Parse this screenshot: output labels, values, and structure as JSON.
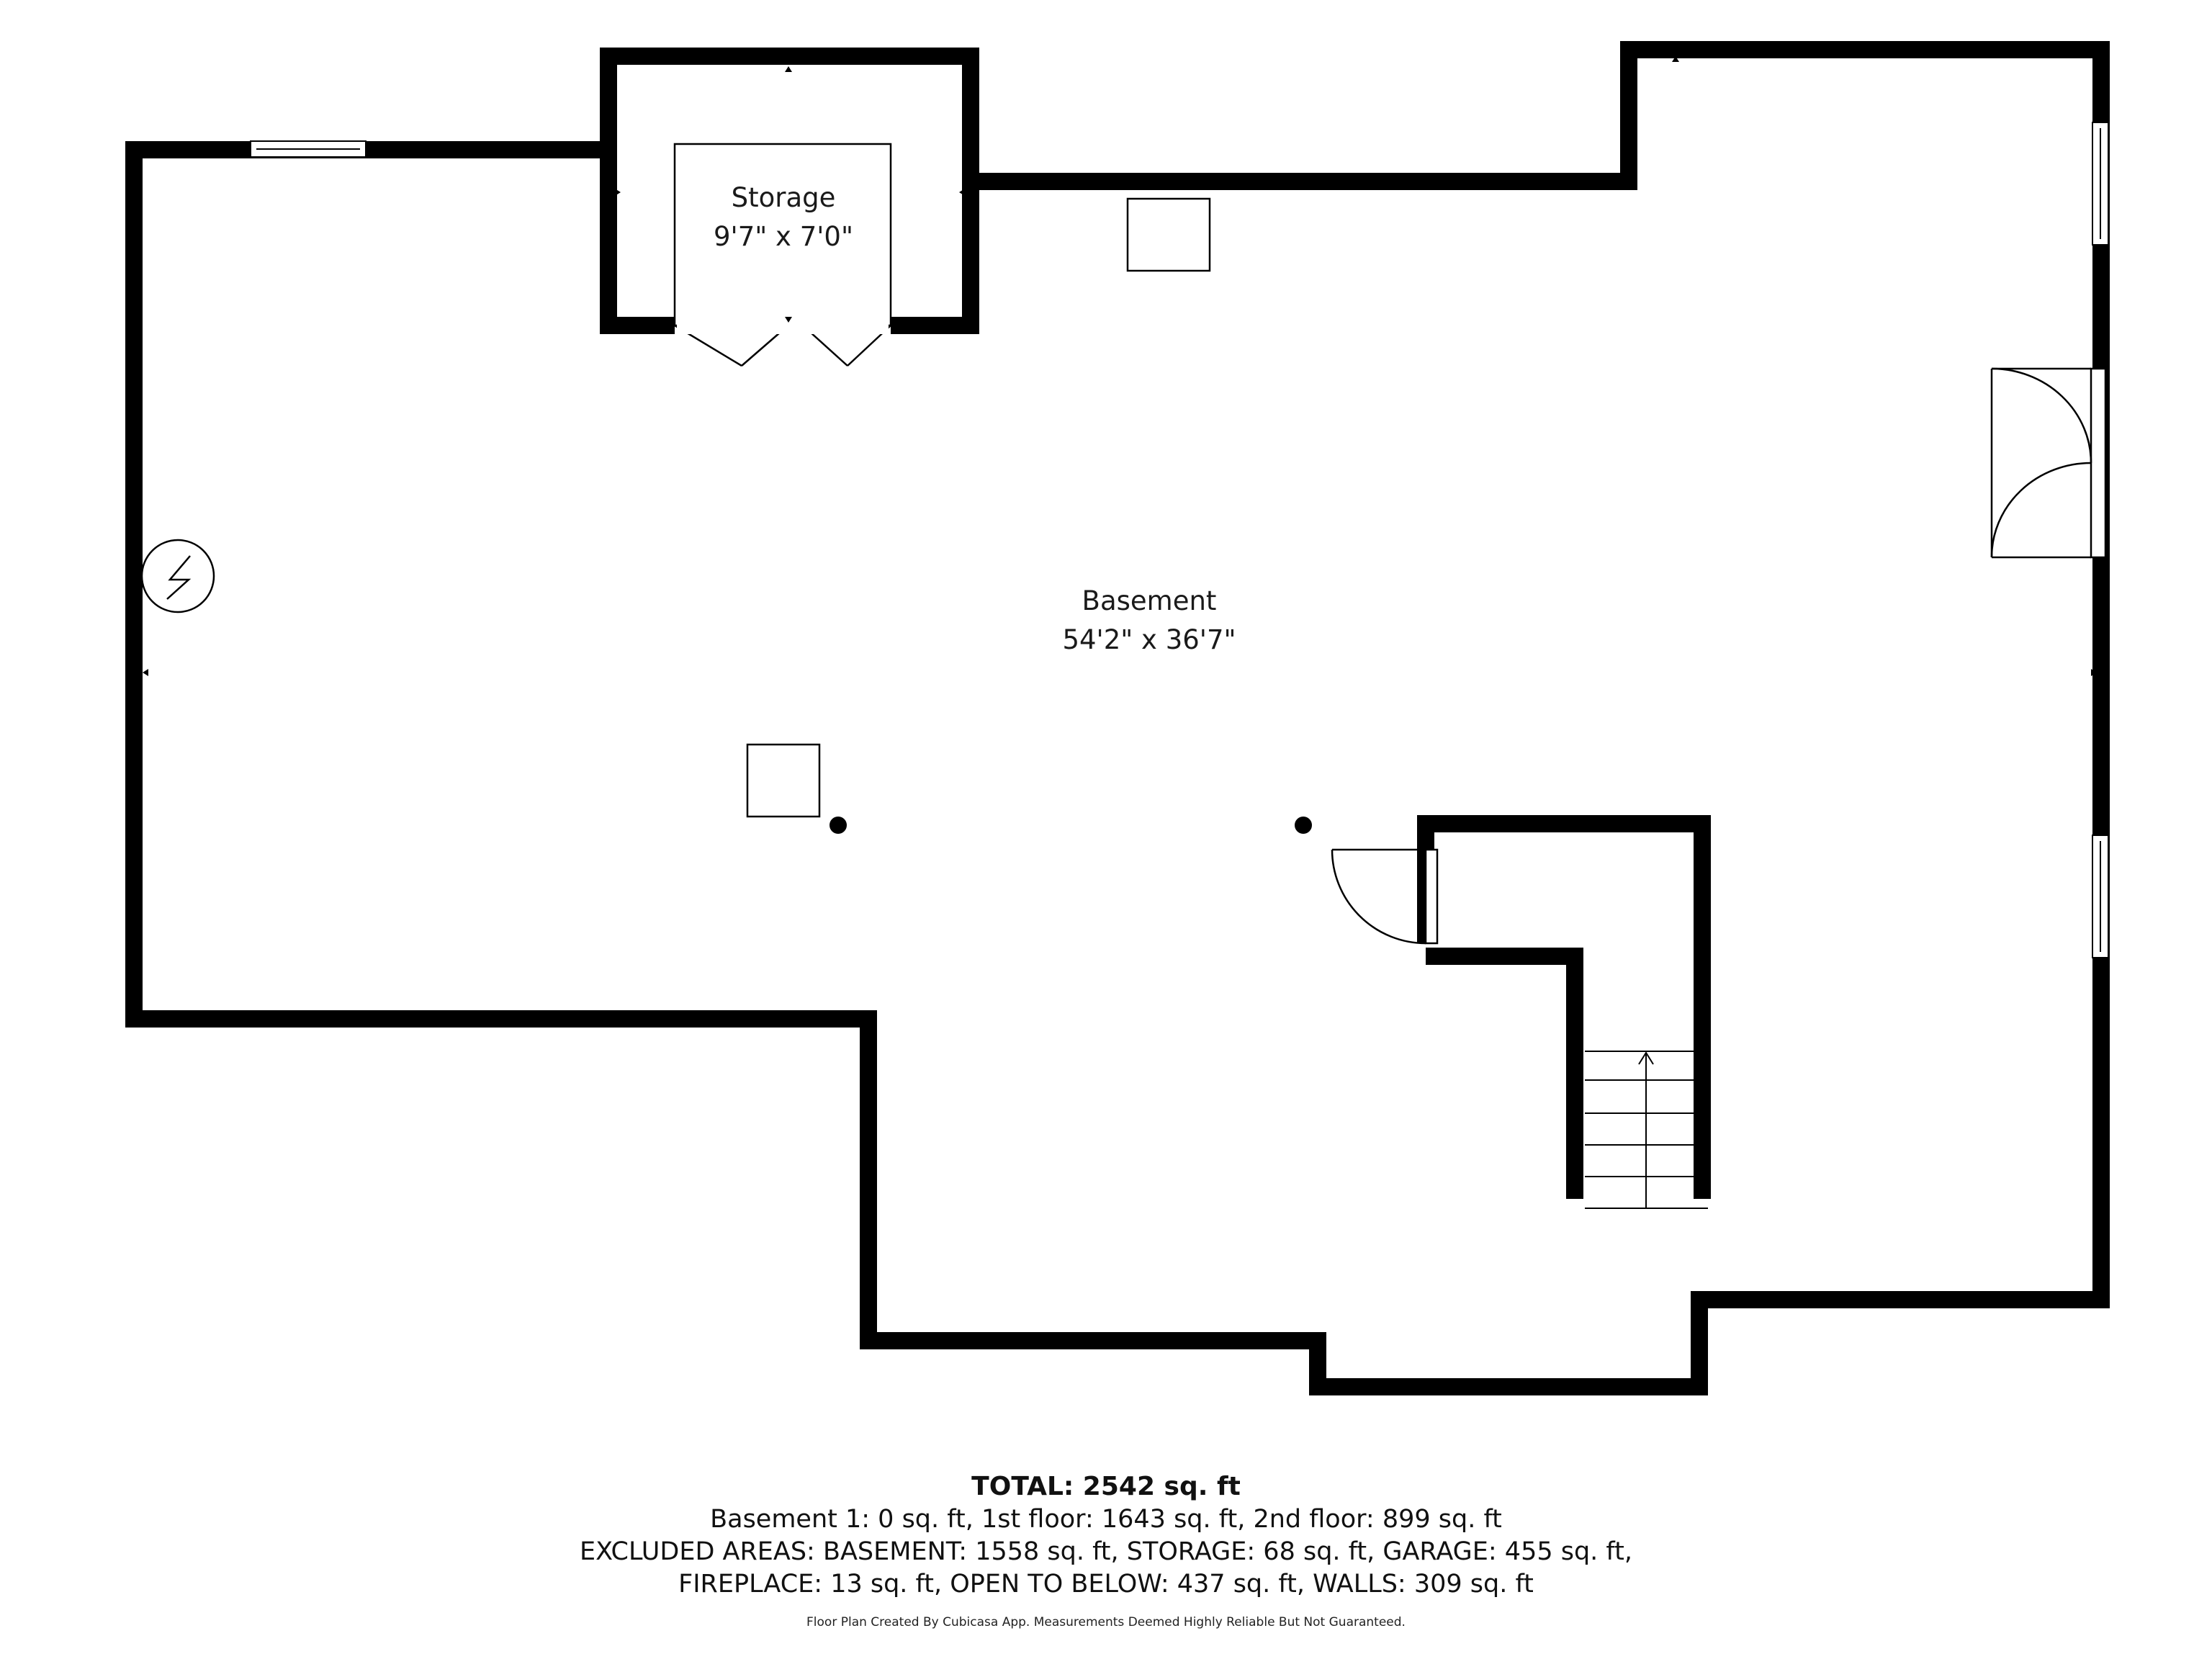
{
  "rooms": {
    "storage": {
      "name": "Storage",
      "dims": "9'7\" x 7'0\""
    },
    "basement": {
      "name": "Basement",
      "dims": "54'2\" x 36'7\""
    }
  },
  "summary": {
    "total": "TOTAL: 2542 sq. ft",
    "line1": "Basement 1: 0 sq. ft, 1st floor: 1643 sq. ft, 2nd floor: 899 sq. ft",
    "line2": "EXCLUDED AREAS: BASEMENT: 1558 sq. ft, STORAGE: 68 sq. ft, GARAGE: 455 sq. ft,",
    "line3": "FIREPLACE: 13 sq. ft, OPEN TO BELOW: 437 sq. ft, WALLS: 309 sq. ft",
    "credit": "Floor Plan Created By Cubicasa App. Measurements Deemed Highly Reliable But Not Guaranteed."
  },
  "icons": {
    "panel": "electrical-panel-icon",
    "stairs": "stairs-up-arrow-icon"
  },
  "colors": {
    "wall": "#000000",
    "background": "#ffffff"
  }
}
